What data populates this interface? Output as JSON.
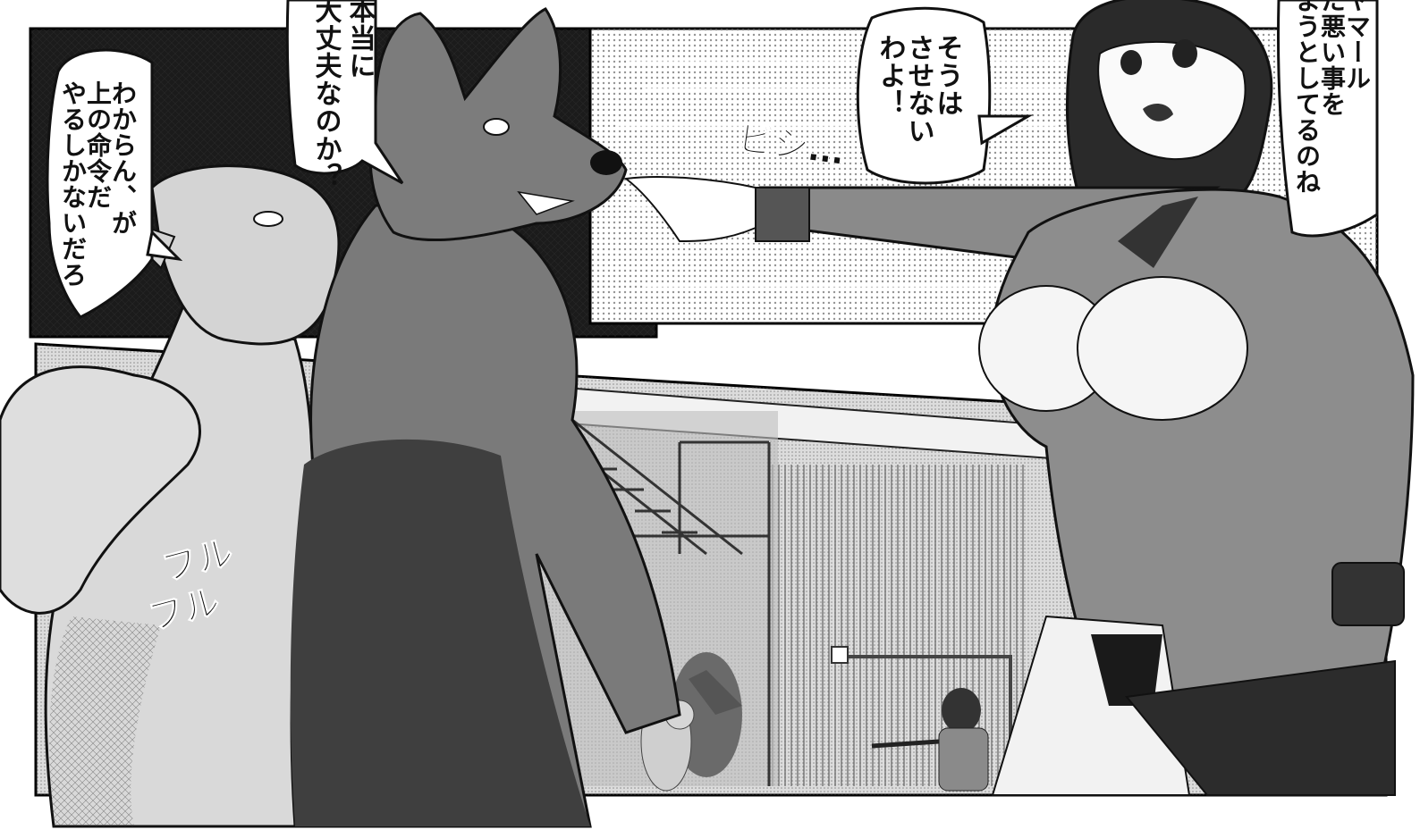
{
  "bubbles": {
    "wolf_question": [
      "本当に",
      "大丈夫なのか？"
    ],
    "goblin_reply": [
      "わからん、が",
      "上の命令だ",
      "やるしかないだろ"
    ],
    "girl_center": [
      "そうは",
      "させない",
      "わよ！"
    ],
    "girl_right": [
      "ヤマール",
      "た悪い事を",
      "ようとしてるのね"
    ]
  },
  "sfx": {
    "point": "ビシ…",
    "tremble_1": "フル",
    "tremble_2": "フル"
  }
}
